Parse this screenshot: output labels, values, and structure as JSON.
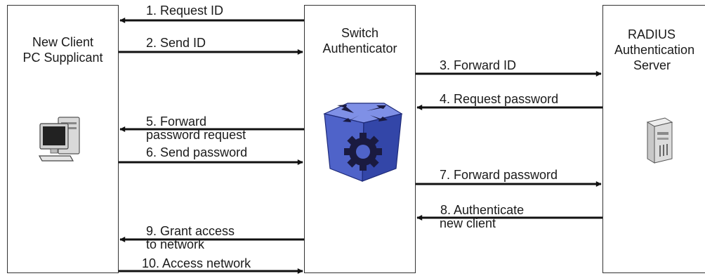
{
  "nodes": {
    "client": {
      "title_line1": "New Client",
      "title_line2": "PC Supplicant",
      "icon": "desktop-pc-icon"
    },
    "switch": {
      "title_line1": "Switch",
      "title_line2": "Authenticator",
      "icon": "switch-router-icon"
    },
    "radius": {
      "title_line1": "RADIUS",
      "title_line2": "Authentication",
      "title_line3": "Server",
      "icon": "server-tower-icon"
    }
  },
  "steps": {
    "s1": {
      "label": "1. Request ID",
      "direction": "switch-to-client"
    },
    "s2": {
      "label": "2. Send ID",
      "direction": "client-to-switch"
    },
    "s3": {
      "label": "3. Forward ID",
      "direction": "switch-to-radius"
    },
    "s4": {
      "label": "4. Request password",
      "direction": "radius-to-switch"
    },
    "s5": {
      "line1": "5. Forward",
      "line2": "password request",
      "direction": "switch-to-client"
    },
    "s6": {
      "label": "6. Send password",
      "direction": "client-to-switch"
    },
    "s7": {
      "label": "7. Forward password",
      "direction": "switch-to-radius"
    },
    "s8": {
      "line1": "8. Authenticate",
      "line2": "new client",
      "direction": "radius-to-switch"
    },
    "s9": {
      "line1": "9. Grant access",
      "line2": "to network",
      "direction": "switch-to-client"
    },
    "s10": {
      "label": "10. Access network",
      "direction": "client-to-switch"
    }
  },
  "colors": {
    "line": "#111111",
    "switch_blue": "#4f63c9",
    "switch_dark": "#1e2a78"
  }
}
